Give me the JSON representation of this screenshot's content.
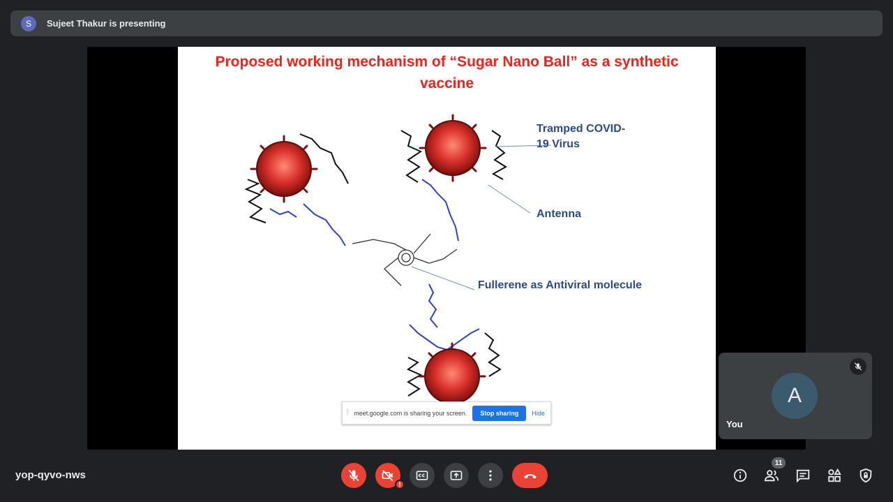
{
  "presenter": {
    "initial": "S",
    "text": "Sujeet Thakur is presenting"
  },
  "slide": {
    "title_line1": "Proposed working mechanism of “Sugar Nano Ball” as  a synthetic",
    "title_line2": "vaccine",
    "callouts": {
      "virus_line1": "Tramped COVID-",
      "virus_line2": "19 Virus",
      "antenna": "Antenna",
      "fullerene": "Fullerene as Antiviral molecule"
    }
  },
  "share_banner": {
    "message": "meet.google.com is sharing your screen.",
    "stop_label": "Stop sharing",
    "hide_label": "Hide"
  },
  "self_tile": {
    "initial": "A",
    "label": "You"
  },
  "meeting_code": "yop-qyvo-nws",
  "controls": {
    "camera_warning": "!"
  },
  "participants_count": "11",
  "colors": {
    "background": "#202124",
    "surface": "#3c4043",
    "danger": "#ea4335",
    "accent": "#1a73e8",
    "slide_title": "#e8261d",
    "callout_text": "#2a4c85",
    "virus": "#d8302a"
  },
  "icons": [
    "mic-off-icon",
    "camera-off-icon",
    "captions-icon",
    "present-icon",
    "more-vert-icon",
    "end-call-icon",
    "info-icon",
    "people-icon",
    "chat-icon",
    "activities-icon",
    "host-controls-icon"
  ]
}
